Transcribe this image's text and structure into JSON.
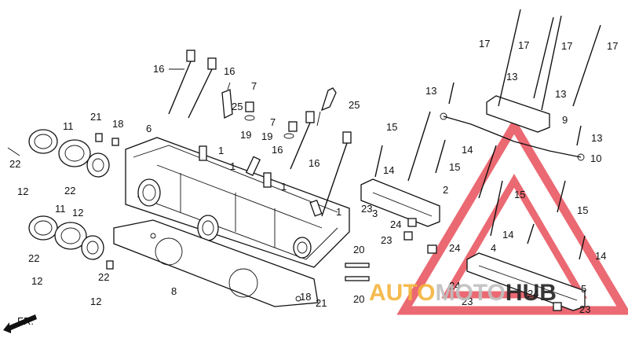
{
  "parts": {
    "p1": "1",
    "p2": "2",
    "p3": "3",
    "p4": "4",
    "p5": "5",
    "p6": "6",
    "p7": "7",
    "p8": "8",
    "p9": "9",
    "p10": "10",
    "p11": "11",
    "p12": "12",
    "p13": "13",
    "p14": "14",
    "p15": "15",
    "p16": "16",
    "p17": "17",
    "p18": "18",
    "p19": "19",
    "p20": "20",
    "p21": "21",
    "p22": "22",
    "p23": "23",
    "p24": "24",
    "p25": "25"
  },
  "watermark": {
    "text": "AUTOMOTOHUB",
    "colors": {
      "triangle": "#e8505a",
      "auto": "#f4b43c",
      "moto": "#bfbfbf",
      "hub": "#222222"
    }
  },
  "front_arrow": {
    "label": "FR."
  }
}
